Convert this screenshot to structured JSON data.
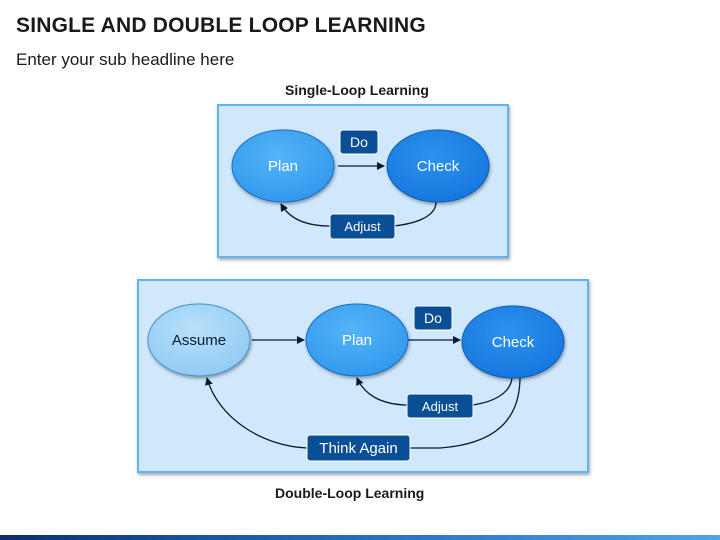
{
  "header": {
    "title": "SINGLE AND DOUBLE LOOP LEARNING",
    "subtitle": "Enter your sub headline here"
  },
  "single_loop": {
    "caption": "Single-Loop Learning",
    "plan": "Plan",
    "check": "Check",
    "do": "Do",
    "adjust": "Adjust"
  },
  "double_loop": {
    "caption": "Double-Loop Learning",
    "assume": "Assume",
    "plan": "Plan",
    "check": "Check",
    "do": "Do",
    "adjust": "Adjust",
    "think_again": "Think Again"
  },
  "colors": {
    "panel_fill": "#cfe8fb",
    "panel_border": "#5fb3ef",
    "oval_light": "#3fa5f2",
    "oval_dark": "#1d85e8",
    "oval_assume": "#a7d6f7",
    "label_box": "#0a4f96",
    "arrow": "#0b1a33"
  }
}
